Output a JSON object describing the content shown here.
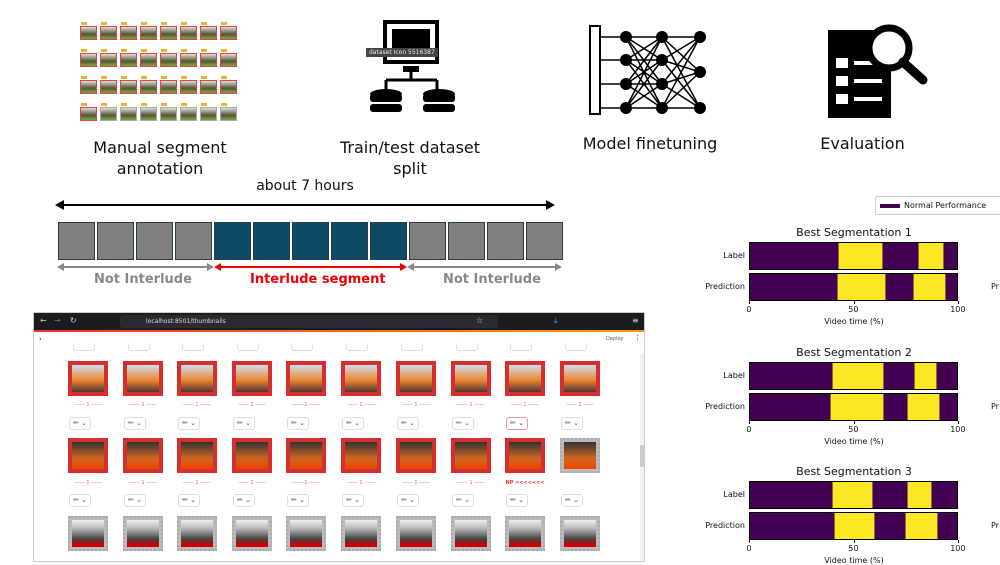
{
  "stages": [
    {
      "label": "Manual segment annotation"
    },
    {
      "label": "Train/test dataset split",
      "tooltip": "dataset Icon 5516387"
    },
    {
      "label": "Model finetuning"
    },
    {
      "label": "Evaluation"
    }
  ],
  "timeline": {
    "duration_label": "about 7 hours",
    "box_states": [
      "not",
      "not",
      "not",
      "not",
      "interlude",
      "interlude",
      "interlude",
      "interlude",
      "interlude",
      "not",
      "not",
      "not",
      "not"
    ],
    "colors": {
      "not": "#7f7f7f",
      "interlude": "#0e4a63"
    },
    "left_label": "Not Interlude",
    "middle_label": "Interlude segment",
    "right_label": "Not Interlude"
  },
  "browser": {
    "url": "localhost:8501/thumbnails",
    "deploy": "Deploy",
    "caption": "------ 1 ------",
    "np_caption": "NP <<<<<<<",
    "pencil": "✏ ⌄"
  },
  "chart_data": {
    "type": "bar",
    "legend": {
      "entries": [
        "Normal Performance"
      ],
      "placement": "top-right"
    },
    "xlabel": "Video time (%)",
    "xlim": [
      0,
      100
    ],
    "xticks": [
      "0",
      "50",
      "100"
    ],
    "rows": [
      "Label",
      "Prediction"
    ],
    "colors": {
      "Normal Performance": "#440154",
      "Interlude": "#fde725"
    },
    "panels": [
      {
        "title": "Best Segmentation 1",
        "Label": [
          [
            42,
            63.5
          ],
          [
            80.5,
            93
          ]
        ],
        "Prediction": [
          [
            41.5,
            65
          ],
          [
            78,
            94
          ]
        ]
      },
      {
        "title": "Best Segmentation 2",
        "Label": [
          [
            39,
            64
          ],
          [
            78.5,
            89.5
          ]
        ],
        "Prediction": [
          [
            38.5,
            64
          ],
          [
            75,
            91
          ]
        ]
      },
      {
        "title": "Best Segmentation 3",
        "Label": [
          [
            39,
            59
          ],
          [
            75,
            87
          ]
        ],
        "Prediction": [
          [
            40,
            60
          ],
          [
            74,
            90
          ]
        ]
      }
    ],
    "partial_label": "Pr"
  }
}
